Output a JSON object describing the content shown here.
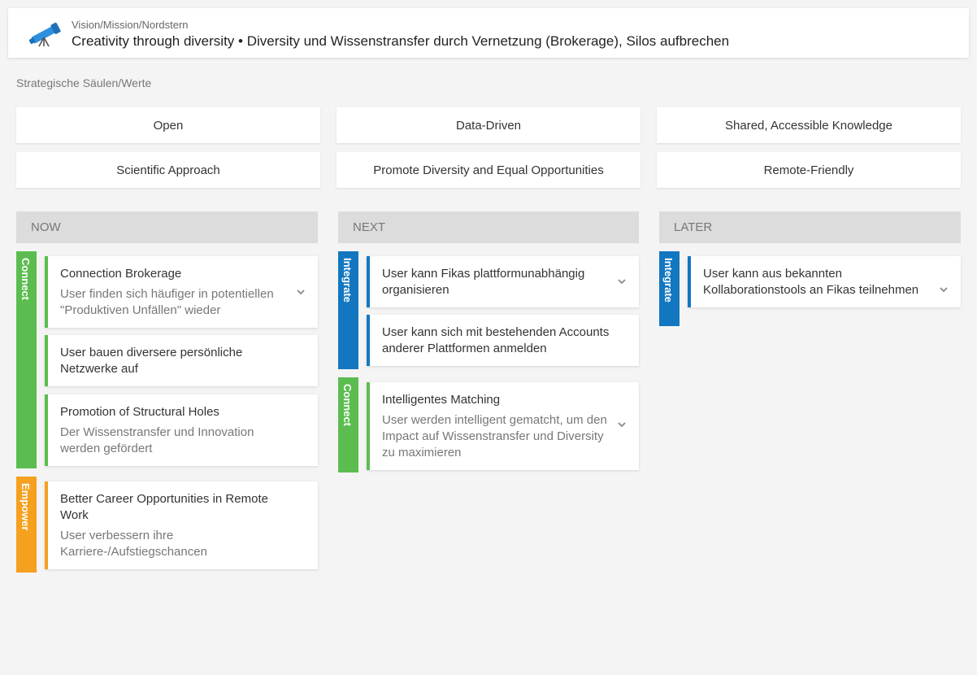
{
  "header": {
    "kicker": "Vision/Mission/Nordstern",
    "title": "Creativity through diversity • Diversity und Wissenstransfer durch Vernetzung (Brokerage), Silos aufbrechen"
  },
  "values": {
    "section_label": "Strategische Säulen/Werte",
    "items": [
      "Open",
      "Data-Driven",
      "Shared, Accessible Knowledge",
      "Scientific Approach",
      "Promote Diversity and Equal Opportunities",
      "Remote-Friendly"
    ]
  },
  "columns": {
    "now": "NOW",
    "next": "NEXT",
    "later": "LATER"
  },
  "lanes": {
    "connect": "Connect",
    "empower": "Empower",
    "integrate": "Integrate"
  },
  "colors": {
    "connect": "#5bbd4f",
    "integrate": "#1277c0",
    "empower": "#f5a01f"
  },
  "now": {
    "cards": [
      {
        "title": "Connection Brokerage",
        "desc": "User finden sich häufiger in potentiellen \"Produktiven Unfällen\" wieder"
      },
      {
        "title": "User bauen diversere persönliche Netzwerke auf"
      },
      {
        "title": "Promotion of Structural Holes",
        "desc": "Der Wissenstransfer und Innovation werden gefördert"
      },
      {
        "title": "Better Career Opportunities in Remote Work",
        "desc": "User verbessern ihre Karriere-/Aufstiegschancen"
      }
    ]
  },
  "next": {
    "cards": [
      {
        "title": "User kann Fikas plattformunabhängig organisieren"
      },
      {
        "title": "User kann sich mit bestehenden Accounts anderer Plattformen anmelden"
      },
      {
        "title": "Intelligentes Matching",
        "desc": "User werden intelligent gematcht, um den Impact auf Wissenstransfer und Diversity zu maximieren"
      }
    ]
  },
  "later": {
    "cards": [
      {
        "title": "User kann aus bekannten Kollaborationstools an Fikas teilnehmen"
      }
    ]
  }
}
